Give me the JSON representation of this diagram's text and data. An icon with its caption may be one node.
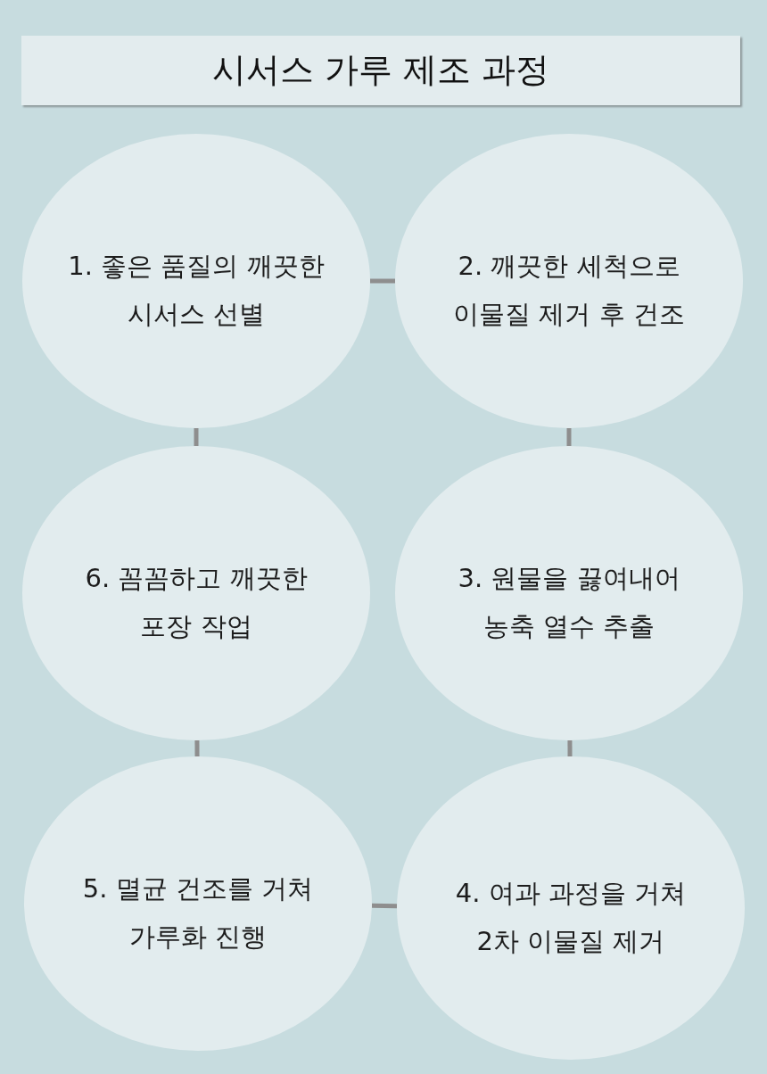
{
  "diagram": {
    "title": "시서스 가루 제조 과정",
    "nodes": [
      {
        "text": [
          "1. 좋은 품질의 깨끗한 시서스 선별"
        ]
      },
      {
        "text": [
          "2. 깨끗한 세척으로 이물질 제거 후 건조"
        ]
      },
      {
        "text": [
          "6. 꼼꼼하고 깨끗한 포장 작업"
        ]
      },
      {
        "text": [
          "3. 원물을 끓여내어 농축 열수 추출"
        ]
      },
      {
        "text": [
          "5. 멸균 건조를 거쳐 가루화 진행"
        ]
      },
      {
        "text": [
          "4. 여과 과정을 거쳐 2차 이물질 제거"
        ]
      }
    ],
    "edges": [
      {
        "from": 0,
        "to": 1,
        "arrow": "none"
      },
      {
        "from": 1,
        "to": 3,
        "arrow": "none"
      },
      {
        "from": 3,
        "to": 5,
        "arrow": "none"
      },
      {
        "from": 5,
        "to": 4,
        "arrow": "none"
      },
      {
        "from": 4,
        "to": 2,
        "arrow": "none"
      },
      {
        "from": 2,
        "to": 0,
        "arrow": "none"
      }
    ]
  }
}
